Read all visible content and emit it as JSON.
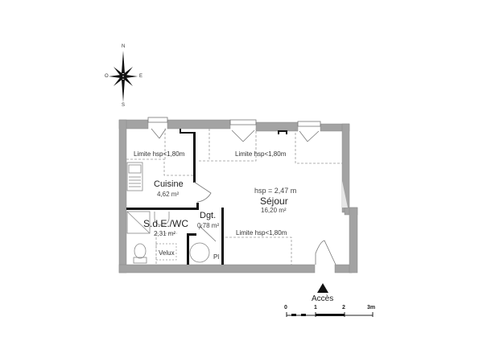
{
  "compass": {
    "north": "N",
    "south": "S",
    "east": "E",
    "west": "O"
  },
  "rooms": [
    {
      "name": "Cuisine",
      "area": "4,62 m²"
    },
    {
      "name": "Séjour",
      "area": "16,20 m²",
      "height": "hsp = 2,47 m"
    },
    {
      "name": "S.d.E./WC",
      "area": "2,31 m²"
    },
    {
      "name": "Dgt.",
      "area": "0,78 m²"
    }
  ],
  "annotations": {
    "limit_kitchen": "Limite hsp<1,80m",
    "limit_top_center": "Limite hsp<1,80m",
    "limit_bottom": "Limite hsp<1,80m",
    "velux": "Velux",
    "placard": "Pl"
  },
  "access": {
    "label": "Accès"
  },
  "scale": {
    "ticks": [
      "0",
      "1",
      "2",
      "3m"
    ]
  },
  "colors": {
    "wall": "#9e9e9e",
    "partition": "#111111",
    "dashed": "#888888"
  }
}
